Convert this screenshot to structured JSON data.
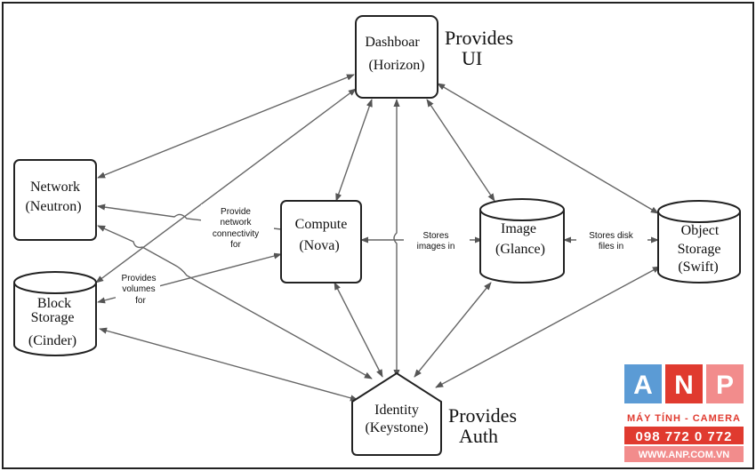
{
  "nodes": {
    "dashboard": {
      "line1": "Dashboar",
      "line2": "(Horizon)"
    },
    "network": {
      "line1": "Network",
      "line2": "(Neutron)"
    },
    "compute": {
      "line1": "Compute",
      "line2": "(Nova)"
    },
    "image": {
      "line1": "Image",
      "line2": "(Glance)"
    },
    "object": {
      "line1": "Object",
      "line2": "Storage",
      "line3": "(Swift)"
    },
    "block": {
      "line1": "Block",
      "line2": "Storage",
      "line3": "(Cinder)"
    },
    "identity": {
      "line1": "Identity",
      "line2": "(Keystone)"
    }
  },
  "annotations": {
    "provides_ui": {
      "line1": "Provides",
      "line2": "UI"
    },
    "provides_auth": {
      "line1": "Provides",
      "line2": "Auth"
    }
  },
  "edge_labels": {
    "network_compute": {
      "line1": "Provide",
      "line2": "network",
      "line3": "connectivity",
      "line4": "for"
    },
    "block_compute": {
      "line1": "Provides",
      "line2": "volumes",
      "line3": "for"
    },
    "compute_image": {
      "line1": "Stores",
      "line2": "images in"
    },
    "image_object": {
      "line1": "Stores disk",
      "line2": "files in"
    }
  },
  "logo": {
    "letters": [
      "A",
      "N",
      "P"
    ],
    "colors": [
      "#5b9bd5",
      "#e03a2f",
      "#f28c8c"
    ],
    "subtitle": "MÁY TÍNH - CAMERA",
    "phone": "098 772 0 772",
    "website": "WWW.ANP.COM.VN"
  }
}
